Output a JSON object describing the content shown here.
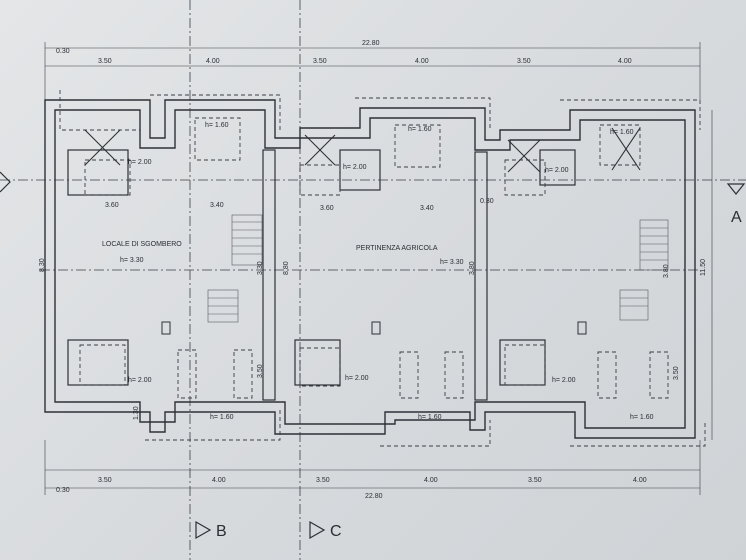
{
  "sheet": {
    "room_labels": [
      "LOCALE DI SGOMBERO",
      "PERTINENZA AGRICOLA"
    ],
    "section_markers": [
      "A",
      "B",
      "C"
    ],
    "dim_top_inner": [
      "0.30",
      "3.50",
      "4.00",
      "3.50",
      "4.00",
      "3.50",
      "4.00"
    ],
    "dim_top_total": "22.80",
    "dim_bottom_inner": [
      "0.30",
      "3.50",
      "4.00",
      "3.50",
      "4.00",
      "3.50",
      "4.00"
    ],
    "dim_bottom_total": "22.80",
    "dim_right": "11.50",
    "heights": [
      "h= 1.60",
      "h= 2.00",
      "h= 3.30"
    ],
    "interior_dims": [
      "3.60",
      "3.40",
      "8.30",
      "3.30",
      "8.80",
      "3.80",
      "3.50",
      "1.30",
      "0.30",
      "3.60",
      "3.40",
      "3.50",
      "3.80"
    ]
  }
}
